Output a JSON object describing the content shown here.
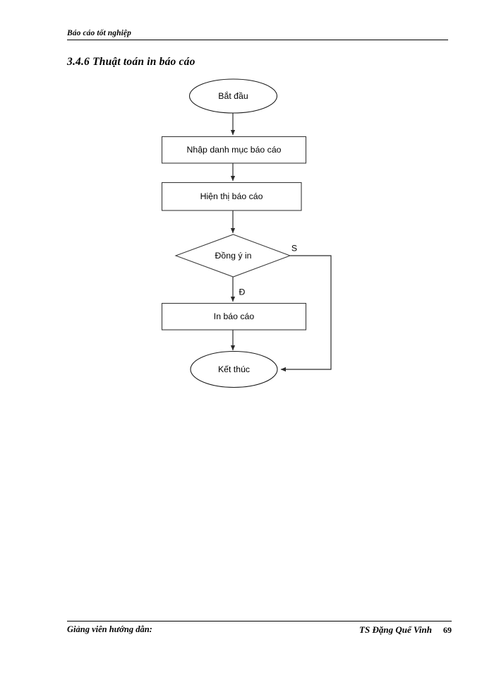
{
  "header": {
    "running_title": "Báo cáo tốt nghiệp"
  },
  "heading": {
    "text": "3.4.6 Thuật toán in báo cáo"
  },
  "flowchart": {
    "title": "Thuật toán in báo cáo",
    "nodes": [
      {
        "id": "start",
        "type": "terminator",
        "label": "Bắt đầu"
      },
      {
        "id": "input",
        "type": "process",
        "label": "Nhập danh mục báo cáo"
      },
      {
        "id": "display",
        "type": "process",
        "label": "Hiện thị báo cáo"
      },
      {
        "id": "decision",
        "type": "decision",
        "label": "Đồng ý in"
      },
      {
        "id": "print",
        "type": "process",
        "label": "In báo cáo"
      },
      {
        "id": "end",
        "type": "terminator",
        "label": "Kết thúc"
      }
    ],
    "edges": [
      {
        "from": "start",
        "to": "input",
        "label": ""
      },
      {
        "from": "input",
        "to": "display",
        "label": ""
      },
      {
        "from": "display",
        "to": "decision",
        "label": ""
      },
      {
        "from": "decision",
        "to": "print",
        "label": "Đ"
      },
      {
        "from": "decision",
        "to": "end",
        "label": "S"
      },
      {
        "from": "print",
        "to": "end",
        "label": ""
      }
    ],
    "branch_labels": {
      "true_branch": "Đ",
      "false_branch": "S"
    },
    "colors": {
      "shape_stroke": "#3a3a3a",
      "ellipse_stroke": "#1a1a1a",
      "connector": "#2b2b2b",
      "text": "#000000",
      "background": "#ffffff"
    }
  },
  "footer": {
    "left": "Giảng viên hướng dẫn:",
    "right": "TS Đặng Quế Vinh",
    "page_number": "69"
  }
}
